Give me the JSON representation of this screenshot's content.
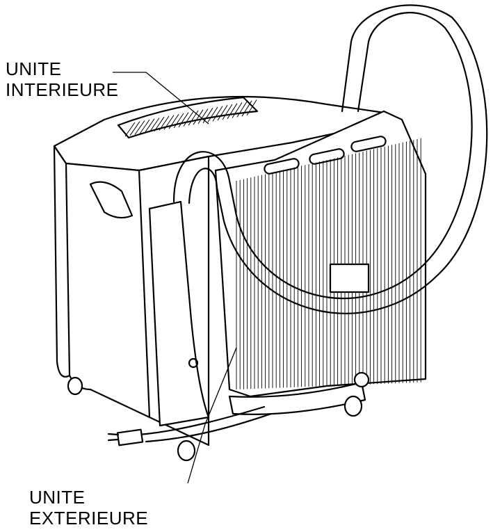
{
  "labels": {
    "interior_line1": "UNITE",
    "interior_line2": "INTERIEURE",
    "exterior_line1": "UNITE",
    "exterior_line2": "EXTERIEURE"
  }
}
